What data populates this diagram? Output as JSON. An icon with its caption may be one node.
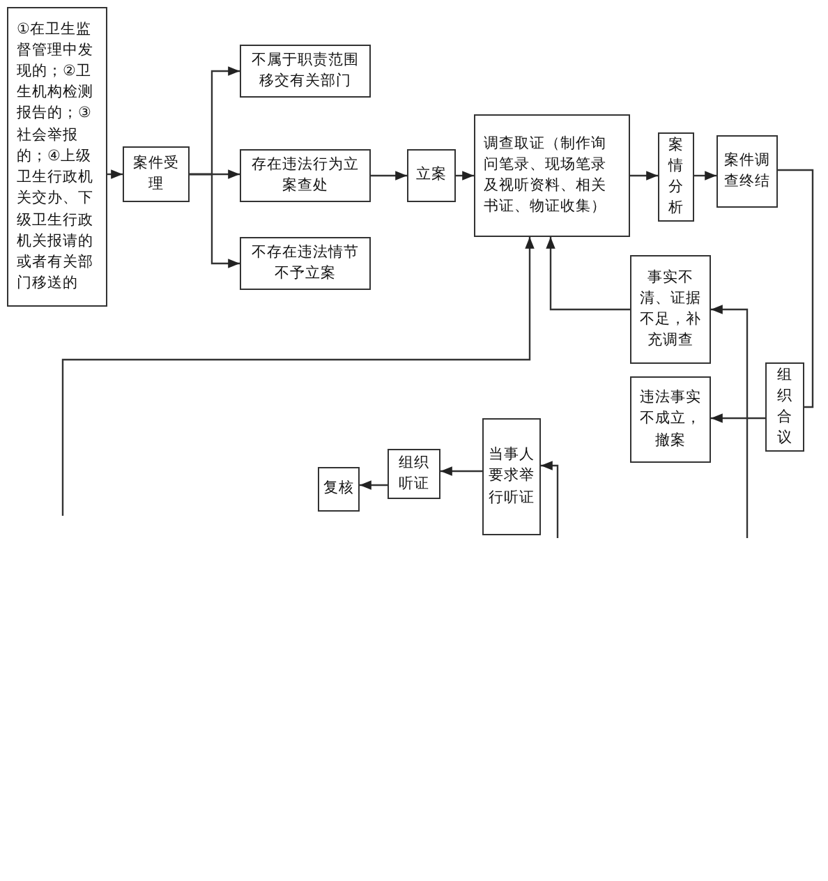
{
  "diagram": {
    "nodes": [
      {
        "text": [
          "①在卫生监督管理中发现的；②卫生机构检测报告的；③社会举报的；④上级卫生行政机关交办、下级卫生行政机关报请的或者有关部门移送的"
        ]
      },
      {
        "text": [
          "案件受理"
        ]
      },
      {
        "text": [
          "不属于职责范围移交有关部门"
        ]
      },
      {
        "text": [
          "存在违法行为立案查处"
        ]
      },
      {
        "text": [
          "不存在违法情节不予立案"
        ]
      },
      {
        "text": [
          "立案"
        ]
      },
      {
        "text": [
          "调查取证（制作询问笔录、现场笔录及视听资料、相关书证、物证收集）"
        ]
      },
      {
        "text": [
          "案情分析"
        ]
      },
      {
        "text": [
          "案件调查终结"
        ]
      },
      {
        "text": [
          "事实不清、证据不足，补充调查"
        ]
      },
      {
        "text": [
          "违法事实不成立，撤案"
        ]
      },
      {
        "text": [
          "组织合议"
        ]
      },
      {
        "text": [
          "当事人要求举行听证"
        ]
      },
      {
        "text": [
          "组织听证"
        ]
      },
      {
        "text": [
          "复核"
        ]
      }
    ],
    "edges": [
      {
        "from": 0,
        "to": 1,
        "arrow": "to"
      },
      {
        "from": 1,
        "to": 2,
        "arrow": "to"
      },
      {
        "from": 1,
        "to": 3,
        "arrow": "to"
      },
      {
        "from": 1,
        "to": 4,
        "arrow": "to"
      },
      {
        "from": 3,
        "to": 5,
        "arrow": "to"
      },
      {
        "from": 5,
        "to": 6,
        "arrow": "to"
      },
      {
        "from": 6,
        "to": 7,
        "arrow": "to"
      },
      {
        "from": 7,
        "to": 8,
        "arrow": "to"
      },
      {
        "from": 8,
        "to": 11,
        "arrow": "none"
      },
      {
        "from": 11,
        "to": 10,
        "arrow": "to"
      },
      {
        "from": null,
        "to": 9,
        "arrow": "to"
      },
      {
        "from": 9,
        "to": 6,
        "arrow": "to"
      },
      {
        "from": null,
        "to": 6,
        "arrow": "to"
      },
      {
        "from": null,
        "to": 12,
        "arrow": "to"
      },
      {
        "from": 12,
        "to": 13,
        "arrow": "to"
      },
      {
        "from": 13,
        "to": 14,
        "arrow": "to"
      }
    ]
  }
}
